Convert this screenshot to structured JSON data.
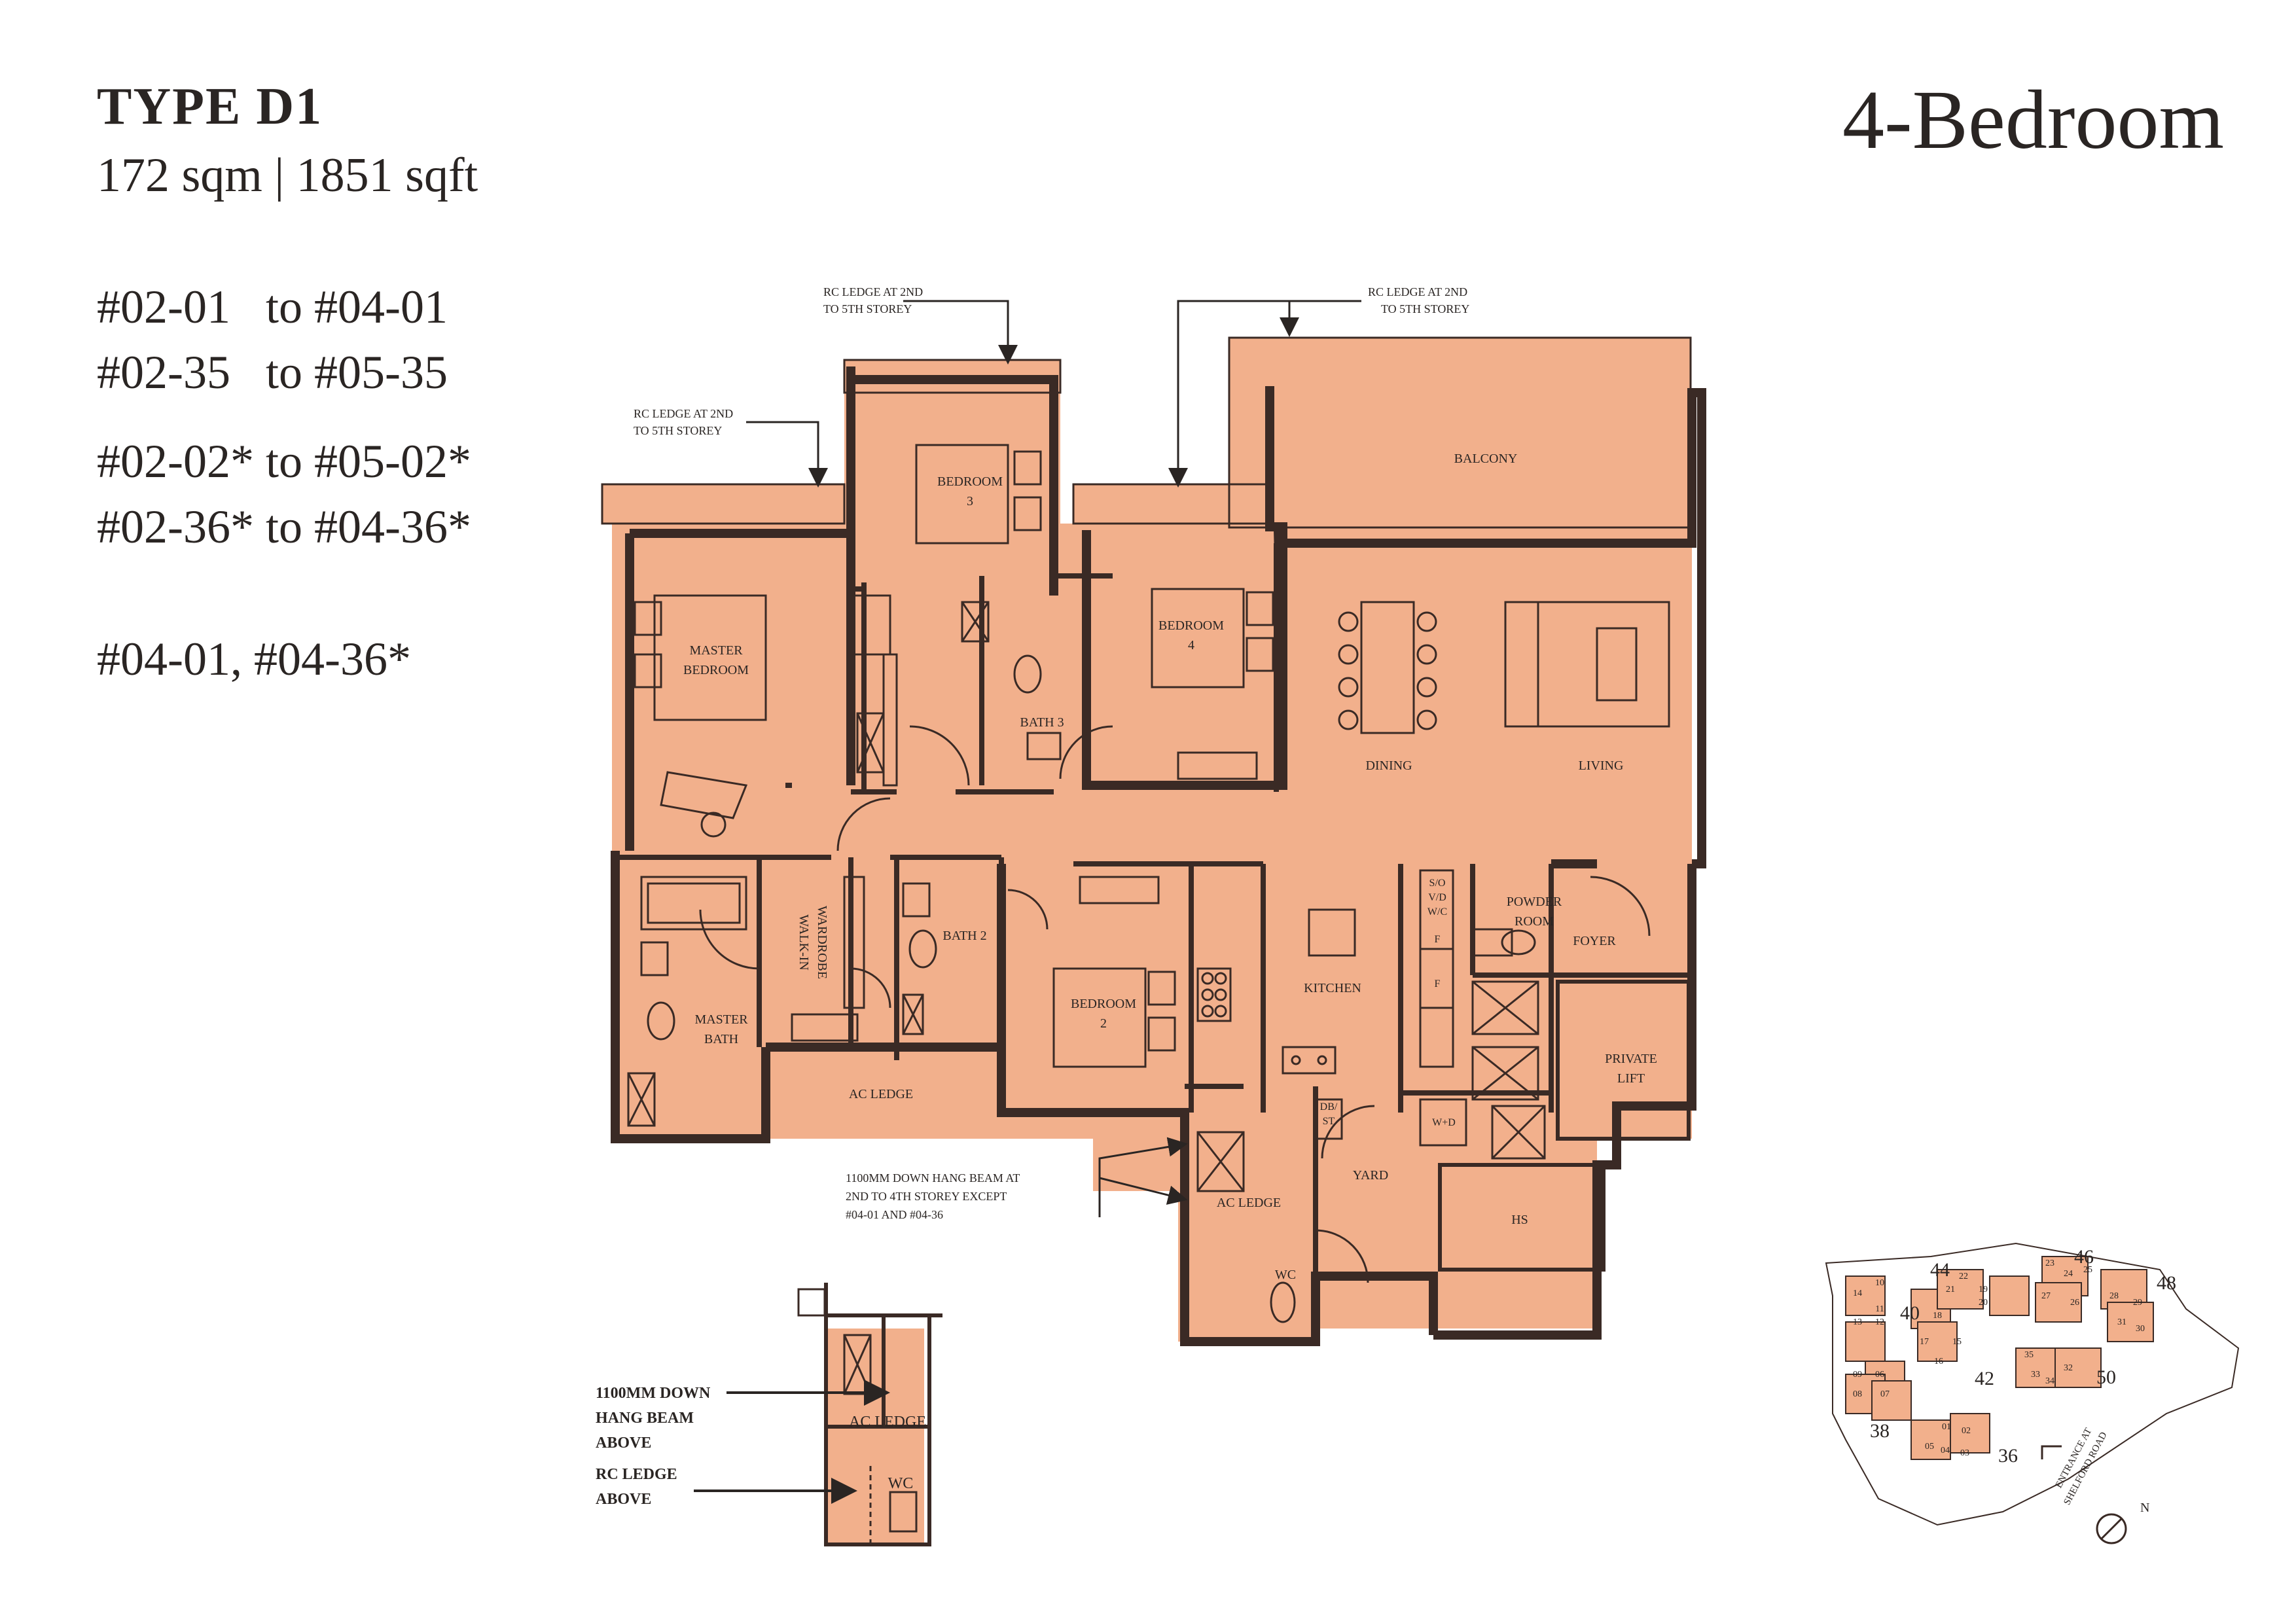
{
  "header": {
    "type_title": "TYPE D1",
    "area": "172 sqm | 1851 sqft",
    "bedroom_type": "4-Bedroom"
  },
  "units": [
    "#02-01   to #04-01",
    "#02-35   to #05-35",
    "#02-02* to #05-02*",
    "#02-36* to #04-36*",
    "#04-01, #04-36*"
  ],
  "colors": {
    "floor": "#f2b08c",
    "wall": "#3a2a25",
    "ink": "#2a2523"
  },
  "rooms": {
    "balcony": "BALCONY",
    "bedroom3": [
      "BEDROOM",
      "3"
    ],
    "bedroom4": [
      "BEDROOM",
      "4"
    ],
    "master_bedroom": [
      "MASTER",
      "BEDROOM"
    ],
    "bath3": "BATH 3",
    "dining": "DINING",
    "living": "LIVING",
    "walkin": [
      "WALK-IN",
      "WARDROBE"
    ],
    "bath2": "BATH 2",
    "bedroom2": [
      "BEDROOM",
      "2"
    ],
    "kitchen": "KITCHEN",
    "svdwc": [
      "S/O",
      "V/D",
      "W/C"
    ],
    "powder": [
      "POWDER",
      "ROOM"
    ],
    "foyer": "FOYER",
    "private_lift": [
      "PRIVATE",
      "LIFT"
    ],
    "master_bath": [
      "MASTER",
      "BATH"
    ],
    "ac_ledge_1": "AC LEDGE",
    "db_st": [
      "DB/",
      "ST"
    ],
    "wd": "W+D",
    "yard": "YARD",
    "ac_ledge_2": "AC LEDGE",
    "hs": "HS",
    "wc": "WC",
    "fridge_1": "F",
    "fridge_2": "F"
  },
  "notes": {
    "rc_ledge_1": [
      "RC LEDGE AT 2ND",
      "TO 5TH STOREY"
    ],
    "rc_ledge_2": [
      "RC LEDGE AT 2ND",
      "TO 5TH STOREY"
    ],
    "rc_ledge_3": [
      "RC LEDGE AT 2ND",
      "TO 5TH STOREY"
    ],
    "beam": [
      "1100MM DOWN HANG BEAM AT",
      "2ND TO 4TH STOREY EXCEPT",
      "#04-01 AND #04-36"
    ]
  },
  "inset": {
    "beam_label": [
      "1100MM DOWN",
      "HANG BEAM",
      "ABOVE"
    ],
    "rc_label": [
      "RC LEDGE",
      "ABOVE"
    ],
    "ac_ledge": "AC LEDGE",
    "wc": "WC"
  },
  "site_plan": {
    "block_numbers": [
      "44",
      "46",
      "48",
      "40",
      "42",
      "50",
      "38",
      "36"
    ],
    "unit_numbers": [
      "14",
      "10",
      "11",
      "13",
      "12",
      "09",
      "06",
      "08",
      "07",
      "22",
      "21",
      "19",
      "20",
      "18",
      "17",
      "16",
      "15",
      "23",
      "24",
      "25",
      "27",
      "26",
      "28",
      "29",
      "31",
      "30",
      "35",
      "33",
      "32",
      "34",
      "01",
      "02",
      "05",
      "04",
      "03"
    ],
    "entrance": [
      "ENTRANCE AT",
      "SHELFORD ROAD"
    ],
    "north": "N"
  }
}
